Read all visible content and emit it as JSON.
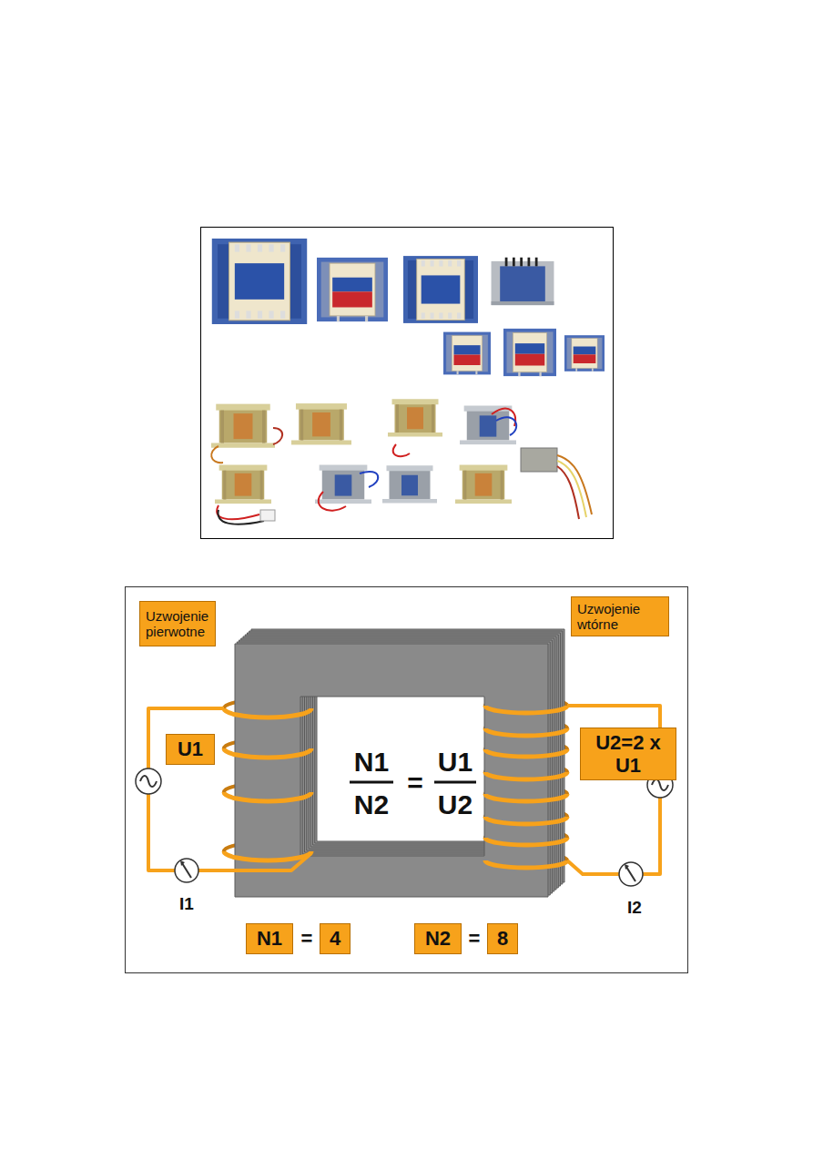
{
  "diagram": {
    "nodes": [
      {
        "text": [
          "Uzwojenie pierwotne"
        ]
      },
      {
        "text": [
          "Uzwojenie wtórne"
        ]
      },
      {
        "text": [
          "U1"
        ]
      },
      {
        "text": [
          "U2=2 x U1"
        ]
      },
      {
        "text": [
          "N1"
        ]
      },
      {
        "text": [
          "4"
        ]
      },
      {
        "text": [
          "N2"
        ]
      },
      {
        "text": [
          "8"
        ]
      }
    ],
    "labels": [
      "N1",
      "N2",
      "=",
      "U1",
      "U2",
      "I1",
      "I2",
      "=",
      "="
    ]
  }
}
